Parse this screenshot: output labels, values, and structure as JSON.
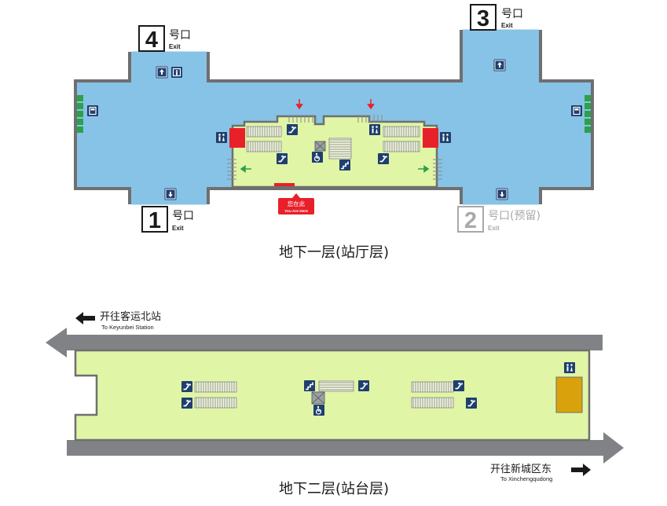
{
  "exits": {
    "e1": {
      "num": "1",
      "cn": "号口",
      "en": "Exit"
    },
    "e2": {
      "num": "2",
      "cn": "号口(预留)",
      "en": "Exit"
    },
    "e3": {
      "num": "3",
      "cn": "号口",
      "en": "Exit"
    },
    "e4": {
      "num": "4",
      "cn": "号口",
      "en": "Exit"
    }
  },
  "you_are_here": {
    "cn": "您在此",
    "en": "You Are Here"
  },
  "levels": {
    "b1": {
      "title": "地下一层(站厅层)"
    },
    "b2": {
      "title": "地下二层(站台层)"
    }
  },
  "directions": {
    "left": {
      "cn": "开往客运北站",
      "en": "To Keyunbei Station"
    },
    "right": {
      "cn": "开往新城区东",
      "en": "To Xinchengqudong"
    }
  },
  "colors": {
    "concourse_blue": "#87c3e6",
    "platform_green": "#e0f5a6",
    "wall_gray": "#6f6f6f",
    "track_gray": "#808285",
    "ticket_red": "#e8202a",
    "elevator_gold": "#d9a20c",
    "reserved_exit_gray": "#a7a9ac"
  },
  "icons": [
    "exit-up-icon",
    "exit-down-icon",
    "escalator-icon",
    "stairs-icon",
    "elevator-icon",
    "restroom-icon",
    "accessible-icon",
    "ticket-machine-icon",
    "arrow-icon"
  ]
}
